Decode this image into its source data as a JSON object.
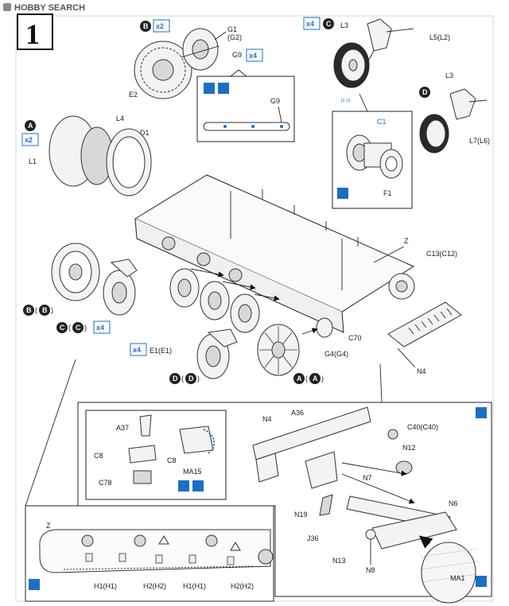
{
  "watermark": "HOBBY SEARCH",
  "step_number": "1",
  "colors": {
    "accent_blue": "#1a6fc4",
    "line": "#222222",
    "paper": "#ffffff"
  },
  "icons": {
    "brush": "paint-brush-icon",
    "glue": "glue-icon",
    "drill": "drill-icon",
    "paint_drop": "paint-drop-icon",
    "chain": "chain-icon"
  },
  "callouts": {
    "B_top": "B",
    "x2_top": "x2",
    "G1": "G1",
    "G2": "(G2)",
    "G9_top": "G9",
    "x4_g9": "x4",
    "E2": "E2",
    "x4_c_top": "x4",
    "C_top": "C",
    "L3_top": "L3",
    "L5": "L5(L2)",
    "D_right": "D",
    "L3_right": "L3",
    "L7": "L7(L6)",
    "tiny_ref": "12 13",
    "A_left": "A",
    "x2_left": "x2",
    "L4": "L4",
    "D1": "D1",
    "L1": "L1",
    "G9_detail": "G9",
    "C1": "C1",
    "F1": "F1",
    "Z_main": "Z",
    "C13": "C13(C12)",
    "B_B_1": "B",
    "B_B_2": "B",
    "C_C_1": "C",
    "C_C_2": "C",
    "x4_cc": "x4",
    "C70": "C70",
    "x4_e1": "x4",
    "E1": "E1(E1)",
    "G4": "G4(G4)",
    "D_D_1": "D",
    "D_D_2": "D",
    "A_A_1": "A",
    "A_A_2": "A",
    "N4_main": "N4"
  },
  "inset_sub": {
    "A37": "A37",
    "C8_a": "C8",
    "C8_b": "C8",
    "C78": "C78",
    "MA15": "MA15"
  },
  "inset_right": {
    "N4": "N4",
    "A36": "A36",
    "C40": "C40(C40)",
    "N12": "N12",
    "N7": "N7",
    "N6": "N6",
    "N19": "N19",
    "J36": "J36",
    "N13": "N13",
    "N8": "N8",
    "MA1": "MA1"
  },
  "inset_bottom": {
    "Z": "Z",
    "H1_a": "H1(H1)",
    "H2_a": "H2(H2)",
    "H1_b": "H1(H1)",
    "H2_b": "H2(H2)"
  }
}
